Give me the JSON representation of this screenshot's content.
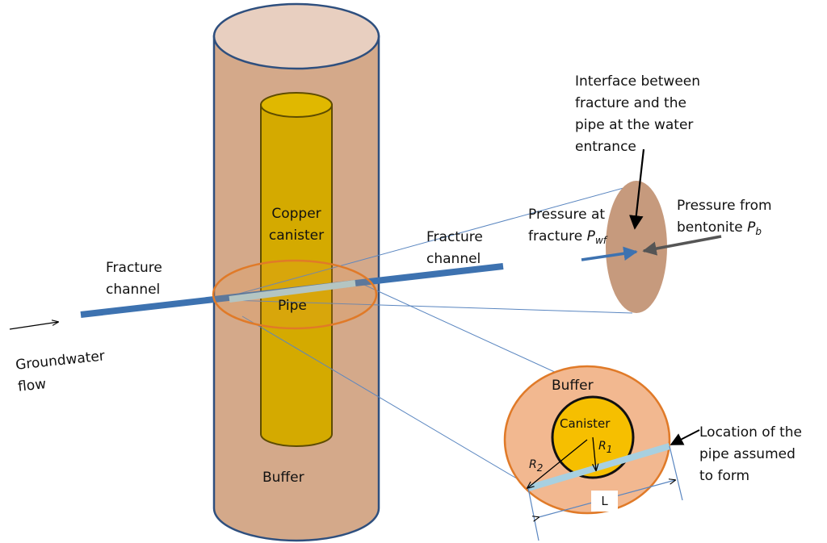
{
  "labels": {
    "copper_canister": [
      "Copper",
      "canister"
    ],
    "buffer_cylinder": "Buffer",
    "pipe": "Pipe",
    "fracture_channel_left": [
      "Fracture",
      "channel"
    ],
    "fracture_channel_right": [
      "Fracture",
      "channel"
    ],
    "groundwater_flow": [
      "Groundwater",
      "flow"
    ],
    "interface": [
      "Interface between",
      "fracture and the",
      "pipe at the water",
      "entrance"
    ],
    "pressure_fracture_line1": "Pressure at",
    "pressure_fracture_line2": "fracture ",
    "pressure_fracture_symbol": "P",
    "pressure_fracture_sub": "wf",
    "pressure_bentonite_line1": "Pressure from",
    "pressure_bentonite_line2": "bentonite ",
    "pressure_bentonite_symbol": "P",
    "pressure_bentonite_sub": "b",
    "buffer_section": "Buffer",
    "canister_section": "Canister",
    "r1_symbol": "R",
    "r1_sub": "1",
    "r2_symbol": "R",
    "r2_sub": "2",
    "pipe_location": [
      "Location of the",
      "pipe assumed",
      "to form"
    ],
    "length": "L"
  },
  "colors": {
    "buffer": "#d4a98a",
    "buffer_outline": "#2e4f7e",
    "canister": "#d4aa00",
    "canister_outline": "#5e4c00",
    "fracture": "#3d72b0",
    "pipe": "#a8d0e0",
    "ring": "#e07a28",
    "section_buffer": "#f2b890",
    "section_canister": "#f6bf00",
    "disc": "#c69a7d"
  }
}
